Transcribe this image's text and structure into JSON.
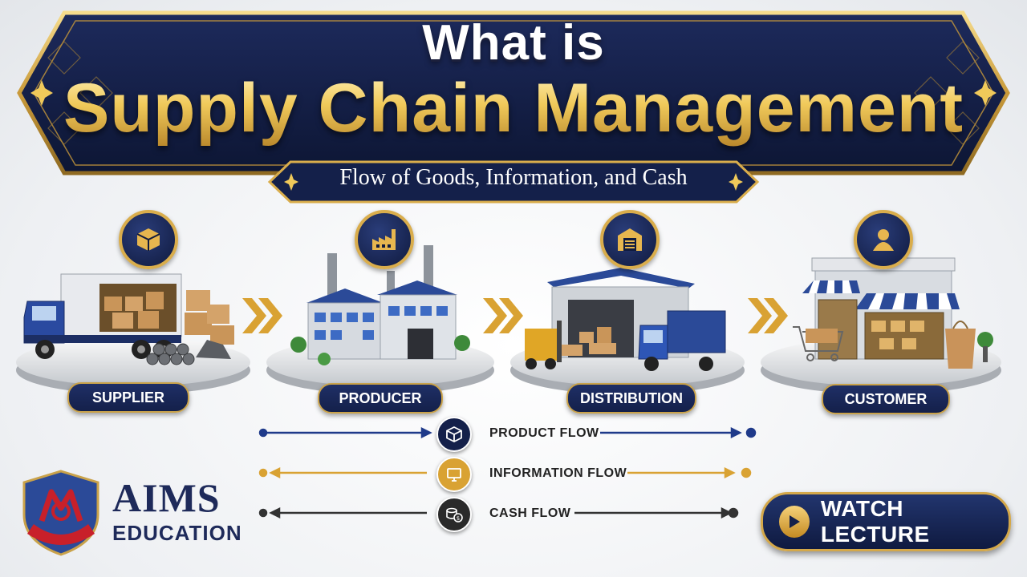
{
  "header": {
    "title_line1": "What is",
    "title_line2": "Supply Chain Management",
    "subtitle": "Flow of Goods, Information, and Cash"
  },
  "stages": [
    {
      "label": "SUPPLIER",
      "icon": "box-icon"
    },
    {
      "label": "PRODUCER",
      "icon": "factory-icon"
    },
    {
      "label": "DISTRIBUTION",
      "icon": "warehouse-icon"
    },
    {
      "label": "CUSTOMER",
      "icon": "person-icon"
    }
  ],
  "flows": [
    {
      "label": "PRODUCT FLOW",
      "icon": "box-icon",
      "color": "#1f3a8a"
    },
    {
      "label": "INFORMATION FLOW",
      "icon": "computer-icon",
      "color": "#d9a233"
    },
    {
      "label": "CASH FLOW",
      "icon": "coins-icon",
      "color": "#333333"
    }
  ],
  "brand": {
    "name": "AIMS",
    "tagline": "EDUCATION"
  },
  "cta": {
    "label": "WATCH LECTURE"
  },
  "colors": {
    "navy": "#14204a",
    "gold": "#d9ad4c"
  }
}
